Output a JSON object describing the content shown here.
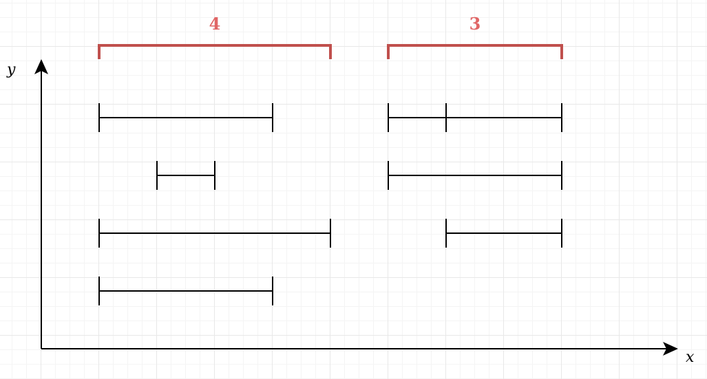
{
  "axes": {
    "x_label": "x",
    "y_label": "y"
  },
  "colors": {
    "axis": "#000000",
    "bracket": "#c0504d",
    "count_label": "#e06666"
  },
  "groups": [
    {
      "count_label": "4",
      "segments": [
        {
          "start": 0,
          "end": 3
        },
        {
          "start": 1,
          "end": 2
        },
        {
          "start": 0,
          "end": 4
        },
        {
          "start": 0,
          "end": 3
        }
      ]
    },
    {
      "count_label": "3",
      "segments": [
        {
          "start": 5,
          "end": 8,
          "mid_tick": 6
        },
        {
          "start": 5,
          "end": 8
        },
        {
          "start": 6,
          "end": 8
        }
      ]
    }
  ]
}
